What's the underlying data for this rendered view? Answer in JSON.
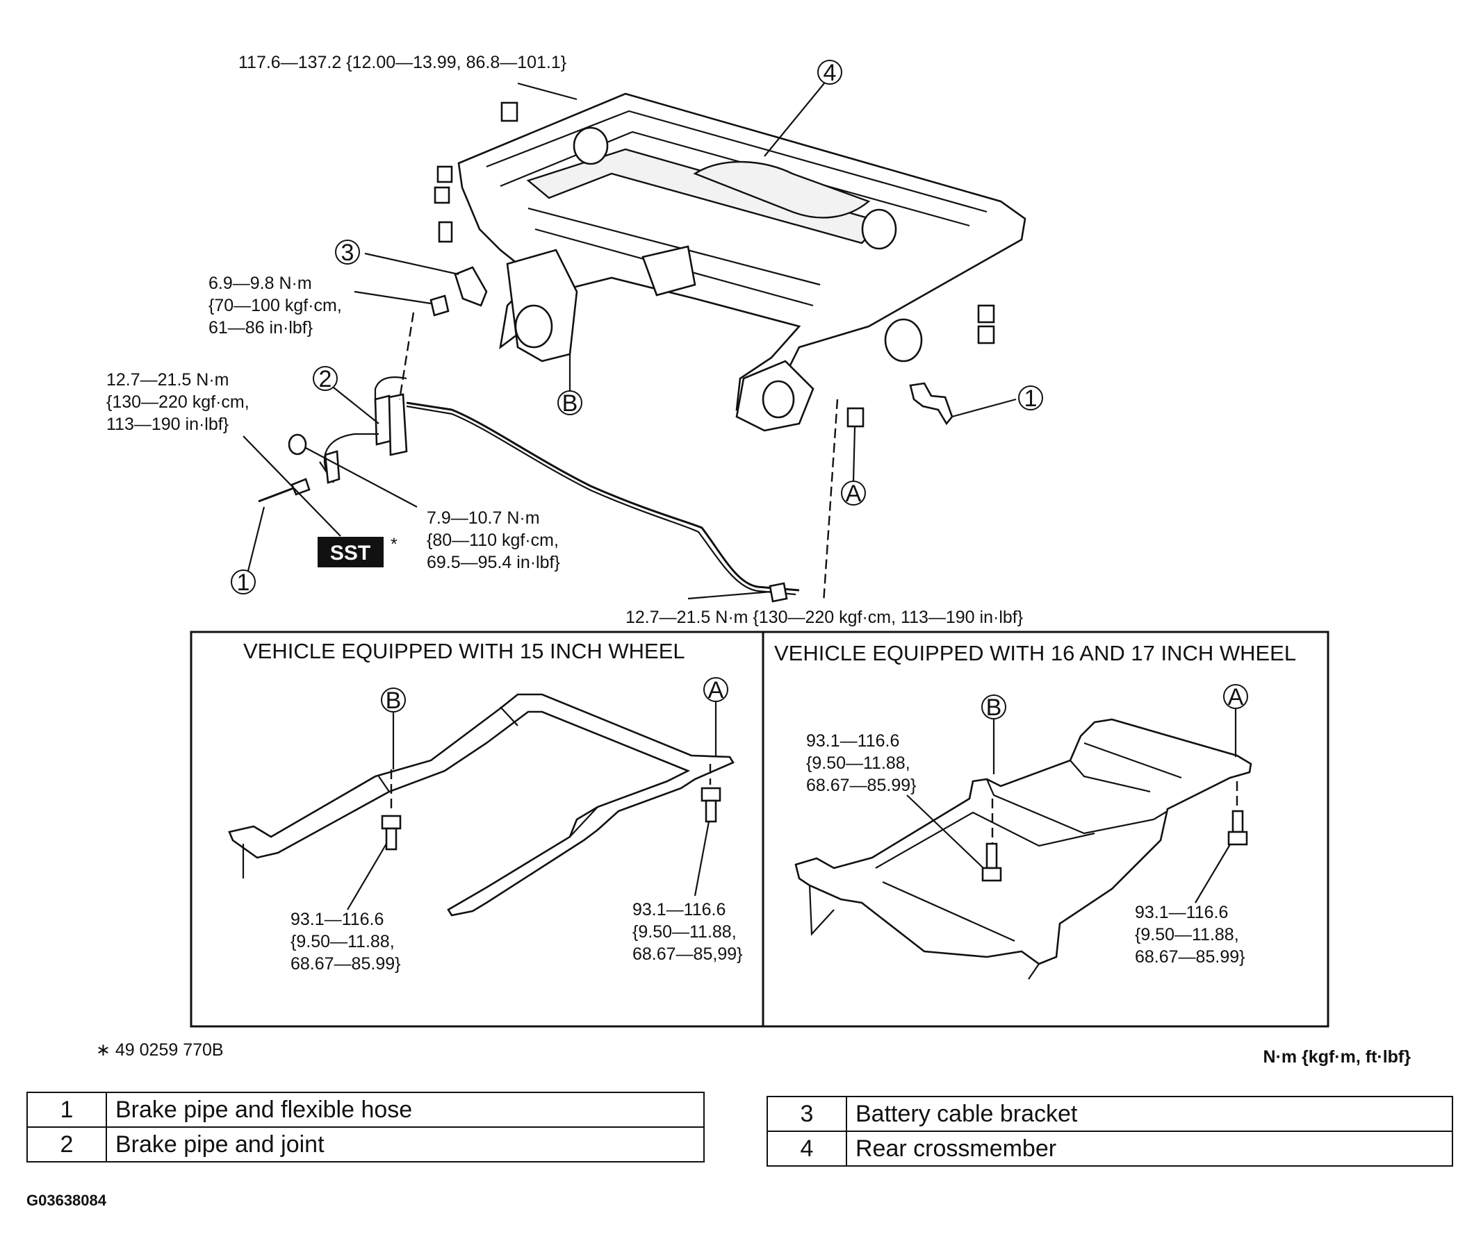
{
  "top_torques": {
    "mount_nut": "117.6—137.2 {12.00—13.99, 86.8—101.1}",
    "bracket_bolt": [
      "6.9—9.8 N·m",
      "{70—100 kgf·cm,",
      "61—86 in·lbf}"
    ],
    "flare_nut": [
      "12.7—21.5 N·m",
      "{130—220 kgf·cm,",
      "113—190 in·lbf}"
    ],
    "joint_bolt": [
      "7.9—10.7 N·m",
      "{80—110 kgf·cm,",
      "69.5—95.4 in·lbf}"
    ],
    "hose_fitting": "12.7—21.5 N·m {130—220 kgf·cm, 113—190 in·lbf}"
  },
  "callouts": {
    "c1": "1",
    "c2": "2",
    "c3": "3",
    "c4": "4",
    "a": "A",
    "b": "B"
  },
  "sst_label": "SST",
  "asterisk": "*",
  "panels": {
    "left": {
      "title": "VEHICLE EQUIPPED WITH 15  INCH WHEEL",
      "torque_b": [
        "93.1—116.6",
        "{9.50—11.88,",
        "68.67—85.99}"
      ],
      "torque_a": [
        "93.1—116.6",
        "{9.50—11.88,",
        "68.67—85,99}"
      ]
    },
    "right": {
      "title": "VEHICLE EQUIPPED WITH 16 AND 17 INCH WHEEL",
      "torque_b": [
        "93.1—116.6",
        "{9.50—11.88,",
        "68.67—85.99}"
      ],
      "torque_a": [
        "93.1—116.6",
        "{9.50—11.88,",
        "68.67—85.99}"
      ]
    }
  },
  "sst_note": "∗ 49 0259 770B",
  "units_note": "N·m {kgf·m, ft·lbf}",
  "parts_left": [
    {
      "num": "1",
      "name": "Brake pipe and flexible hose"
    },
    {
      "num": "2",
      "name": "Brake pipe and joint"
    }
  ],
  "parts_right": [
    {
      "num": "3",
      "name": "Battery cable bracket"
    },
    {
      "num": "4",
      "name": "Rear crossmember"
    }
  ],
  "figure_code": "G03638084"
}
